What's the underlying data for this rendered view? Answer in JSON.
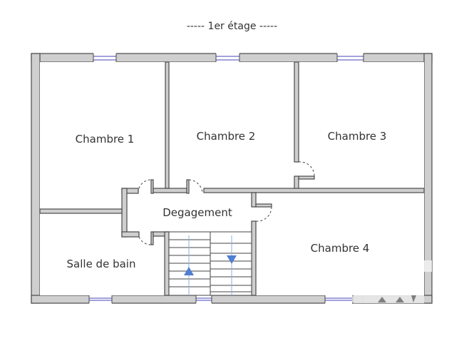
{
  "plan": {
    "title": "----- 1er étage -----",
    "rooms": [
      {
        "id": "chambre-1",
        "label": "Chambre 1"
      },
      {
        "id": "chambre-2",
        "label": "Chambre 2"
      },
      {
        "id": "chambre-3",
        "label": "Chambre 3"
      },
      {
        "id": "degagement",
        "label": "Degagement"
      },
      {
        "id": "salle-de-bain",
        "label": "Salle de bain"
      },
      {
        "id": "chambre-4",
        "label": "Chambre 4"
      }
    ],
    "colors": {
      "wall_fill": "#cfcfcf",
      "wall_stroke": "#4a4a4a",
      "window": "#6b6bc8",
      "stair_arrow": "#4f7fd0",
      "text": "#333333"
    },
    "icons": [
      "stair-up-arrow-icon",
      "stair-down-arrow-icon"
    ]
  }
}
